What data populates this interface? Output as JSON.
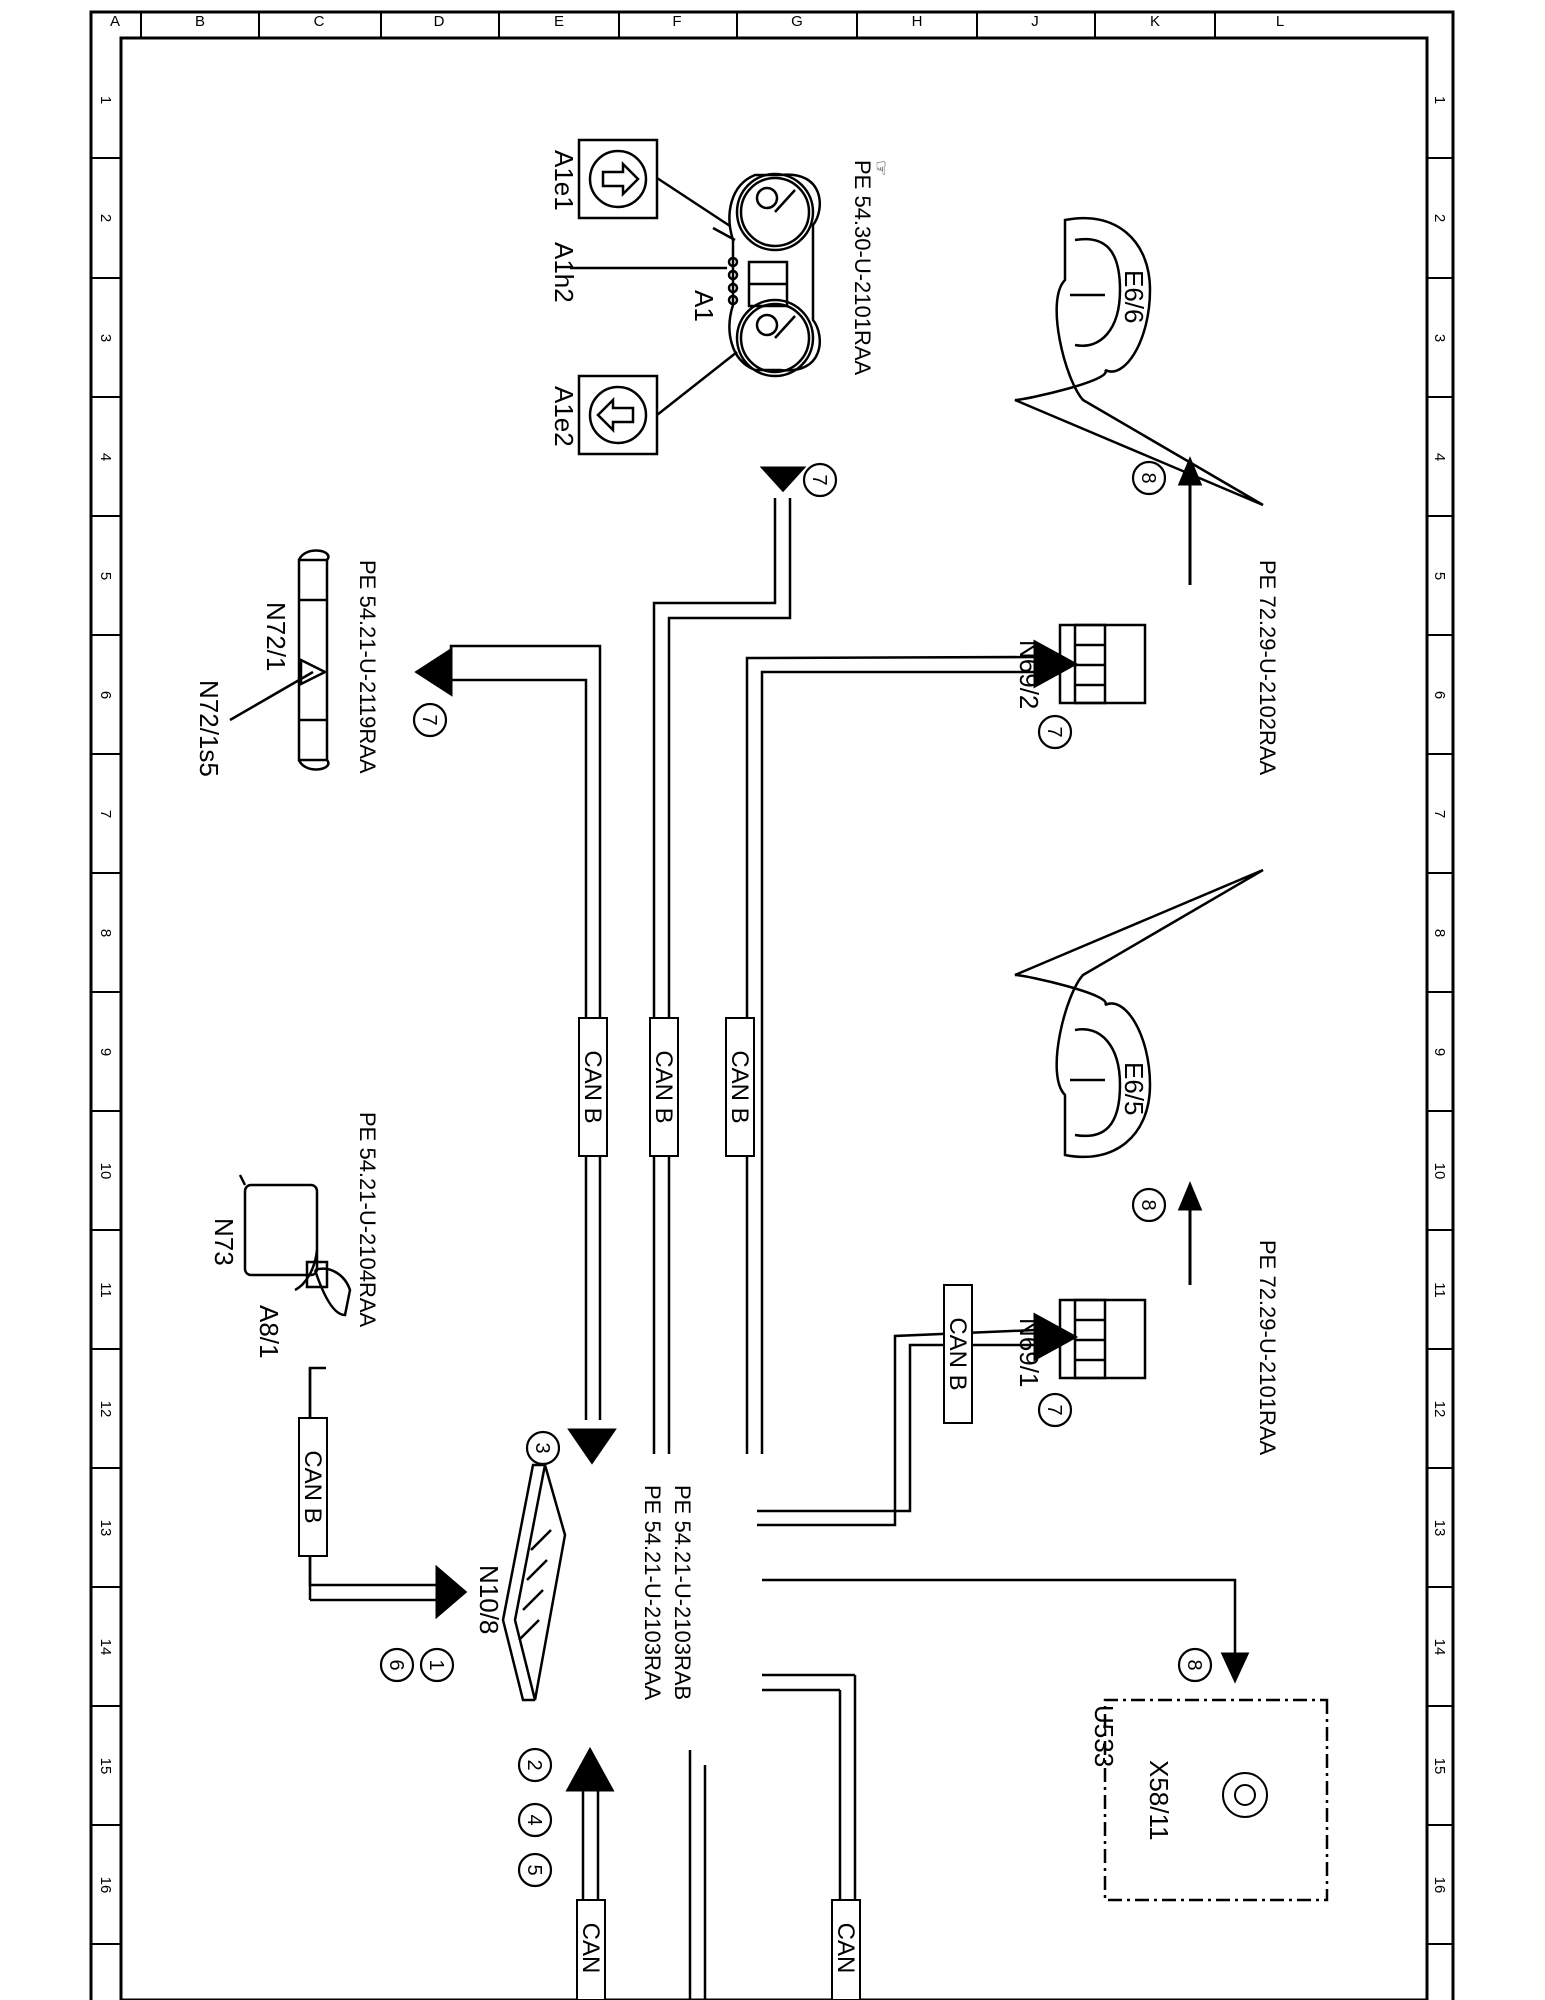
{
  "border": {
    "columns": [
      "L",
      "K",
      "J",
      "H",
      "G",
      "F",
      "E",
      "D",
      "C",
      "B",
      "A"
    ],
    "rows": [
      "1",
      "2",
      "3",
      "4",
      "5",
      "6",
      "7",
      "8",
      "9",
      "10",
      "11",
      "12",
      "13",
      "14",
      "15",
      "16"
    ]
  },
  "components": {
    "a1": "A1",
    "a1e1": "A1e1",
    "a1h2": "A1h2",
    "a1e2": "A1e2",
    "e6_6": "E6/6",
    "e6_5": "E6/5",
    "n69_2": "N69/2",
    "n69_1": "N69/1",
    "n72_1": "N72/1",
    "n72_1s5": "N72/1s5",
    "n73": "N73",
    "a8_1": "A8/1",
    "n10_8": "N10/8",
    "u533": "U533",
    "x58_11": "X58/11"
  },
  "references": {
    "a1": "PE 54.30-U-2101RAA",
    "e6_6": "PE 72.29-U-2102RAA",
    "e6_5": "PE 72.29-U-2101RAA",
    "n72_1": "PE 54.21-U-2119RAA",
    "n73": "PE 54.21-U-2104RAA",
    "n10_8_a": "PE 54.21-U-2103RAA",
    "n10_8_b": "PE 54.21-U-2103RAB"
  },
  "bus_labels": {
    "can_b": "CAN B",
    "can": "CAN"
  },
  "circle_numbers": {
    "a1": "7",
    "n72_1": "7",
    "n69_2": "7",
    "n69_1": "7",
    "e6_6": "8",
    "e6_5": "8",
    "x58": "8",
    "n10_8_in": "3",
    "n73_a": "6",
    "n73_b": "1",
    "bottom_a": "2",
    "bottom_b": "4",
    "bottom_c": "5"
  }
}
